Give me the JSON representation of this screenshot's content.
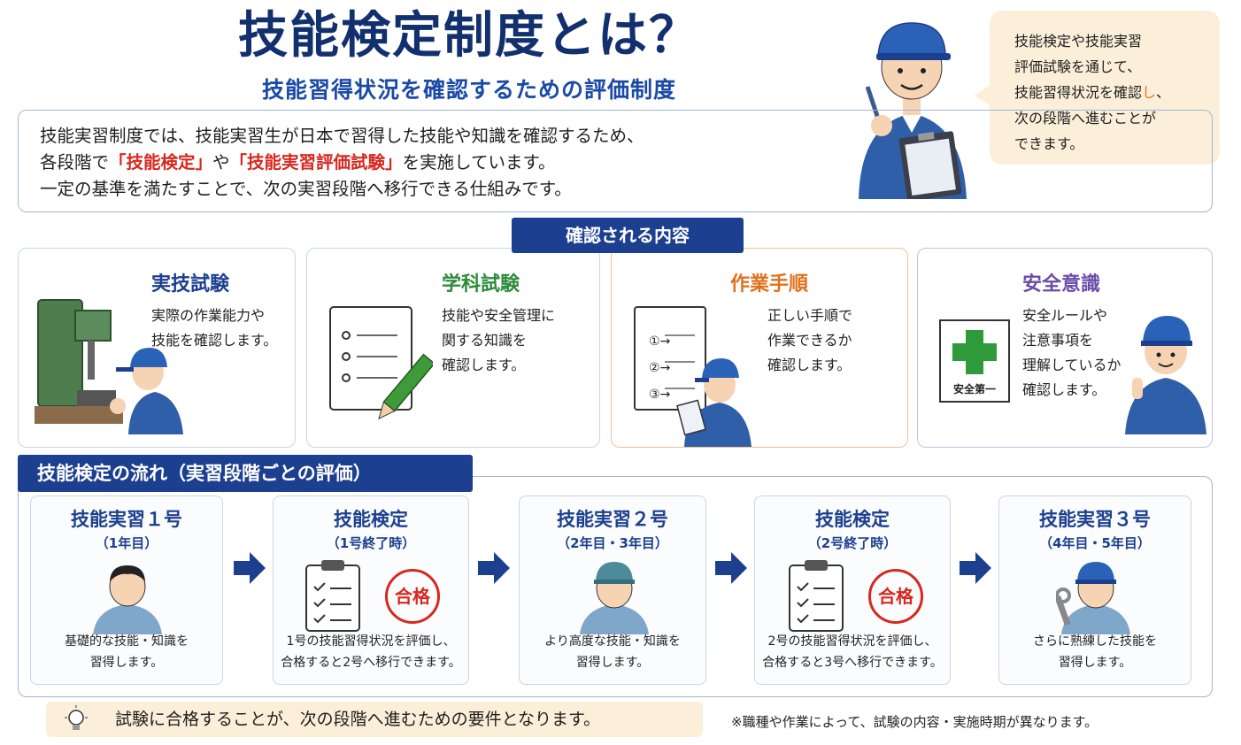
{
  "title": "技能検定制度とは？",
  "subtitle": "技能習得状況を確認するための評価制度",
  "intro": {
    "line1": "技能実習制度では、技能実習生が日本で習得した技能や知識を確認するため、",
    "line2_a": "各段階で",
    "line2_red1": "「技能検定」",
    "line2_b": "や",
    "line2_red2": "「技能実習評価試験」",
    "line2_c": "を実施しています。",
    "line3": "一定の基準を満たすことで、次の実習段階へ移行できる仕組みです。"
  },
  "bubble": {
    "line1": "技能検定や技能実習",
    "line2": "評価試験を通じて、",
    "line3_a": "技能習得状況を確認",
    "line3_b": "し",
    "line3_c": "、",
    "line4": "次の段階へ進むことが",
    "line5": "できます。"
  },
  "content_section": {
    "label": "確認される内容",
    "cards": [
      {
        "title": "実技試験",
        "desc1": "実際の作業能力や",
        "desc2": "技能を確認します。",
        "color": "#1c3f8f"
      },
      {
        "title": "学科試験",
        "desc1": "技能や安全管理に",
        "desc2": "関する知識を",
        "desc3": "確認します。",
        "color": "#2e8b3a"
      },
      {
        "title": "作業手順",
        "desc1": "正しい手順で",
        "desc2": "作業できるか",
        "desc3": "確認します。",
        "color": "#e2701a",
        "steps": [
          "①",
          "②",
          "③"
        ]
      },
      {
        "title": "安全意識",
        "desc1": "安全ルールや",
        "desc2": "注意事項を",
        "desc3": "理解しているか",
        "desc4": "確認します。",
        "color": "#6a4ca8",
        "sign": "安全第一"
      }
    ]
  },
  "flow_section": {
    "label": "技能検定の流れ（実習段階ごとの評価）",
    "stages": [
      {
        "title": "技能実習１号",
        "sub": "（1年目）",
        "desc1": "基礎的な技能・知識を",
        "desc2": "習得します。"
      },
      {
        "title": "技能検定",
        "sub": "（1号終了時）",
        "badge": "合格",
        "desc1": "1号の技能習得状況を評価し、",
        "desc2": "合格すると2号へ移行できます。"
      },
      {
        "title": "技能実習２号",
        "sub": "（2年目・3年目）",
        "desc1": "より高度な技能・知識を",
        "desc2": "習得します。"
      },
      {
        "title": "技能検定",
        "sub": "（2号終了時）",
        "badge": "合格",
        "desc1": "2号の技能習得状況を評価し、",
        "desc2": "合格すると3号へ移行できます。"
      },
      {
        "title": "技能実習３号",
        "sub": "（4年目・5年目）",
        "desc1": "さらに熟練した技能を",
        "desc2": "習得します。"
      }
    ]
  },
  "tip": "試験に合格することが、次の段階へ進むための要件となります。",
  "note": "※職種や作業によって、試験の内容・実施時期が異なります。",
  "colors": {
    "navy": "#1c3f8f",
    "title": "#12306e",
    "red": "#d8271f",
    "cream": "#fcefd9",
    "uniform": "#2f5fa8",
    "cap": "#2a62b8"
  }
}
